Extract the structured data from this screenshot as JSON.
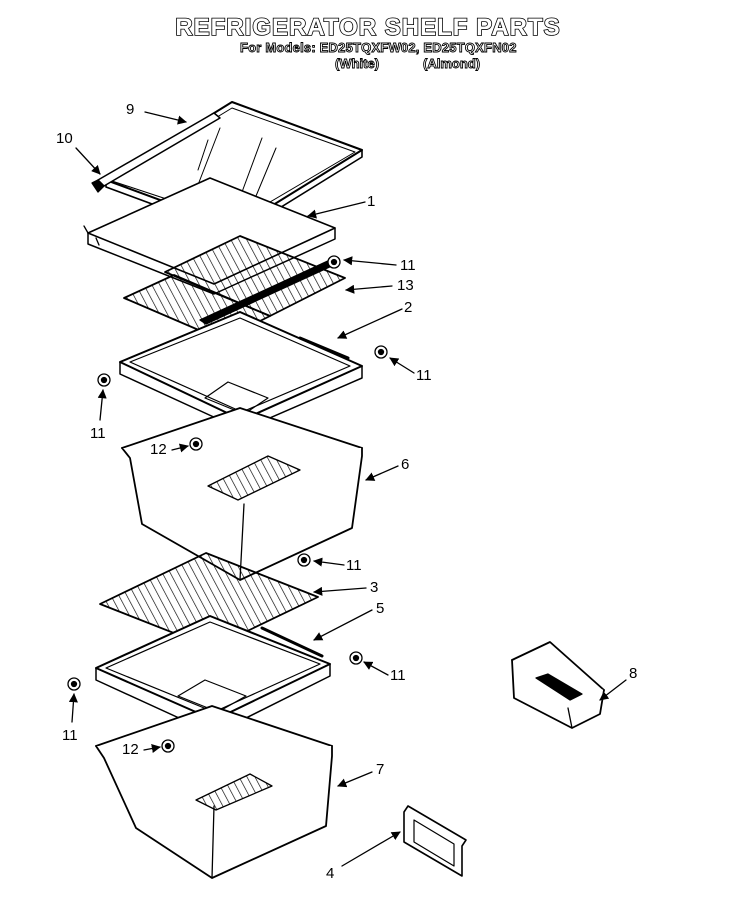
{
  "header": {
    "title": "REFRIGERATOR SHELF PARTS",
    "models_line": "For Models: ED25TQXFW02, ED25TQXFN02",
    "color_white": "(White)",
    "color_almond": "(Almond)"
  },
  "callouts": {
    "c1": "1",
    "c2": "2",
    "c3": "3",
    "c4": "4",
    "c5": "5",
    "c6": "6",
    "c7": "7",
    "c8": "8",
    "c9": "9",
    "c10": "10",
    "c11a": "11",
    "c11b": "11",
    "c11c": "11",
    "c11d": "11",
    "c11e": "11",
    "c11f": "11",
    "c12a": "12",
    "c12b": "12",
    "c13": "13"
  }
}
